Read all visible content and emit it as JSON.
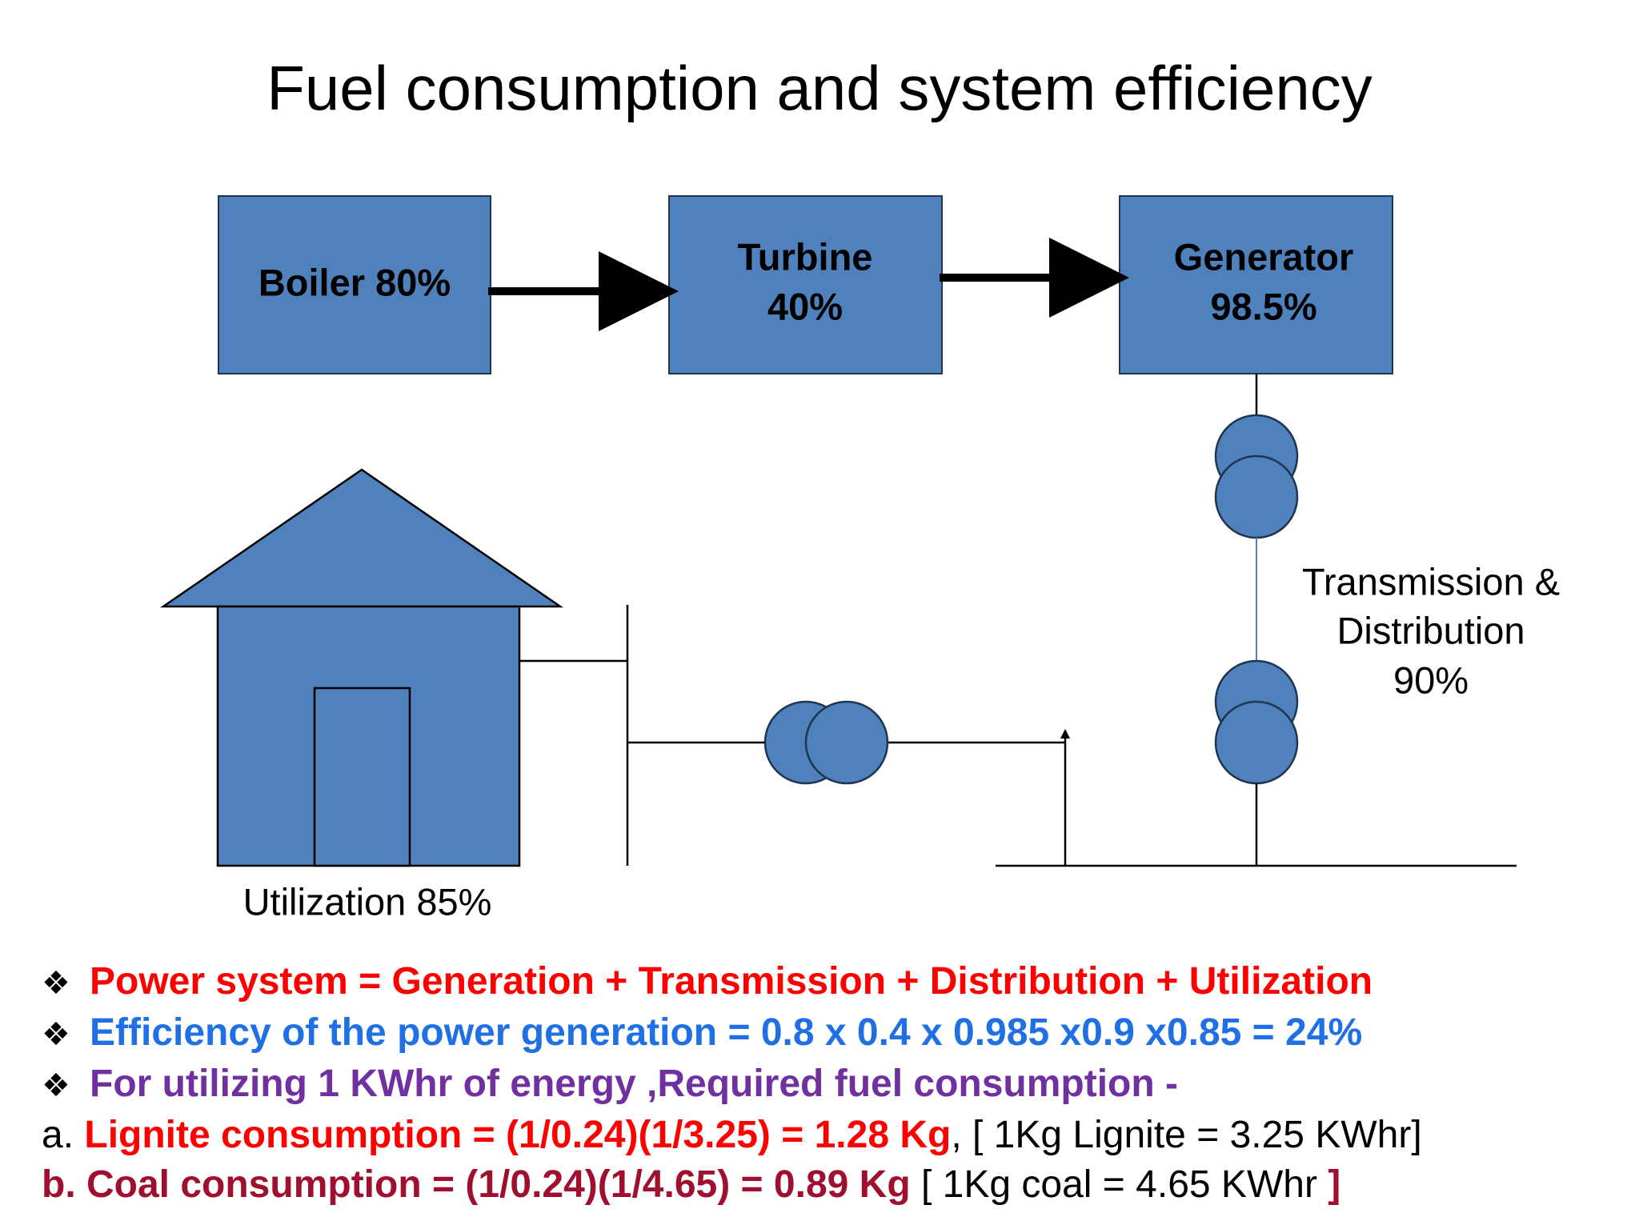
{
  "title": "Fuel consumption and system efficiency",
  "colors": {
    "box_fill": "#4f81bd",
    "box_stroke": "#1f3550",
    "red": "#ff0000",
    "blue": "#1f6fe5",
    "purple": "#7030a0",
    "maroon": "#a0102e"
  },
  "diagram": {
    "boiler": {
      "label": "Boiler 80%"
    },
    "turbine": {
      "line1": "Turbine",
      "line2": "40%"
    },
    "generator": {
      "line1": "Generator",
      "line2": "98.5%"
    },
    "transmission": {
      "line1": "Transmission &",
      "line2": "Distribution",
      "line3": "90%"
    },
    "utilization": {
      "label": "Utilization 85%"
    }
  },
  "notes": {
    "bullet_symbol": "❖",
    "line1": "Power system = Generation + Transmission + Distribution + Utilization",
    "line2": "Efficiency of the power generation = 0.8 x 0.4 x 0.985 x0.9 x0.85 = 24%",
    "line3": "For utilizing 1 KWhr of energy ,Required fuel consumption -",
    "line4": {
      "prefix": "a. ",
      "bold": "Lignite consumption = (1/0.24)(1/3.25) = 1.28 Kg",
      "rest": ", [ 1Kg Lignite = 3.25 KWhr]"
    },
    "line5": {
      "bold": "b. Coal consumption = (1/0.24)(1/4.65) = 0.89 Kg",
      "rest": " [ 1Kg coal = 4.65 KWhr ",
      "end": "]"
    }
  }
}
